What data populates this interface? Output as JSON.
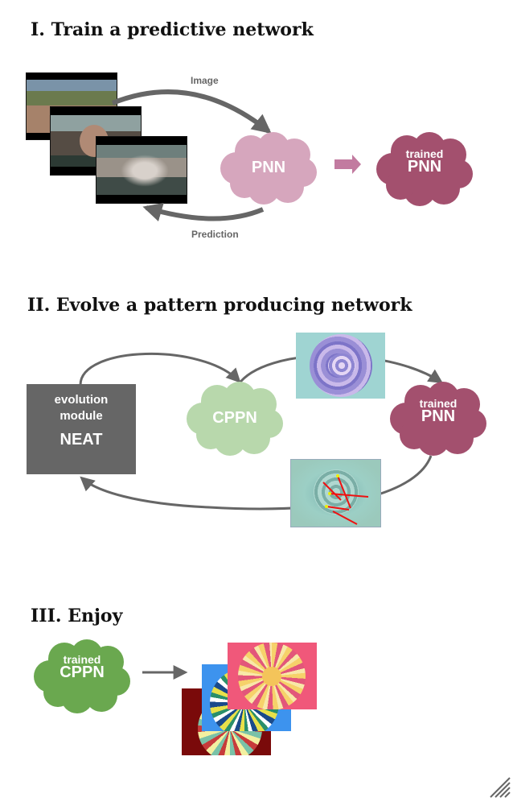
{
  "section1": {
    "heading": "I. Train a predictive network",
    "image_label": "Image",
    "prediction_label": "Prediction",
    "pnn_label": "PNN",
    "trained_word": "trained",
    "trained_pnn_label": "PNN"
  },
  "section2": {
    "heading": "II. Evolve a pattern producing network",
    "evolution_line1": "evolution",
    "evolution_line2": "module",
    "neat_label": "NEAT",
    "cppn_label": "CPPN",
    "trained_word": "trained",
    "trained_pnn_label": "PNN"
  },
  "section3": {
    "heading": "III. Enjoy",
    "trained_word": "trained",
    "cppn_label": "CPPN"
  },
  "colors": {
    "pnn_light": "#d6a6bd",
    "pnn_dark": "#a3506e",
    "cppn_light": "#b8d8ac",
    "cppn_dark": "#6aa84f",
    "neat_box": "#666666",
    "arrow_gray": "#666666",
    "arrow_pink": "#c27ba0"
  }
}
